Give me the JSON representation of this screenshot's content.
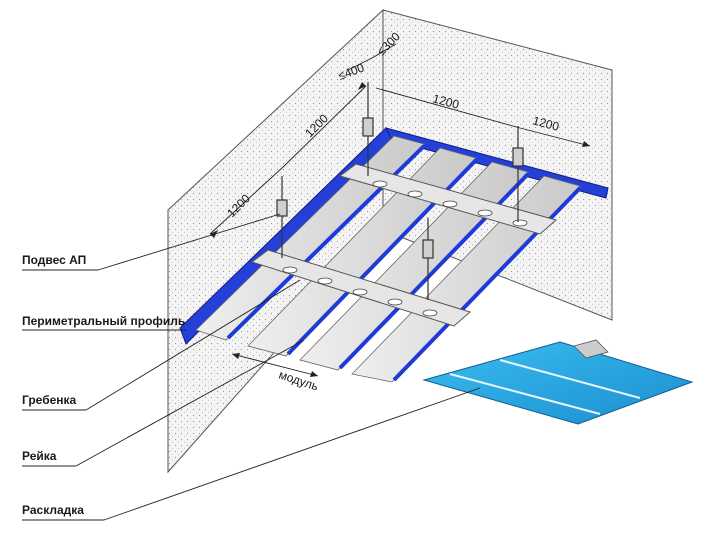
{
  "callouts": {
    "hanger": "Подвес АП",
    "perimeter": "Периметральный профиль",
    "comb": "Гребенка",
    "slat": "Рейка",
    "insert": "Раскладка"
  },
  "dimensions": {
    "d1200_left_low": "1200",
    "d1200_left_high": "1200",
    "d1200_top": "1200",
    "d1200_right": "1200",
    "d400": "≤400",
    "d300": "≤300",
    "module": "модуль"
  },
  "colors": {
    "blue": "#1f3ad6",
    "panel_blue": "#25a8e6",
    "wall": "#f2f2f2",
    "slat": "#dcdcdc"
  }
}
